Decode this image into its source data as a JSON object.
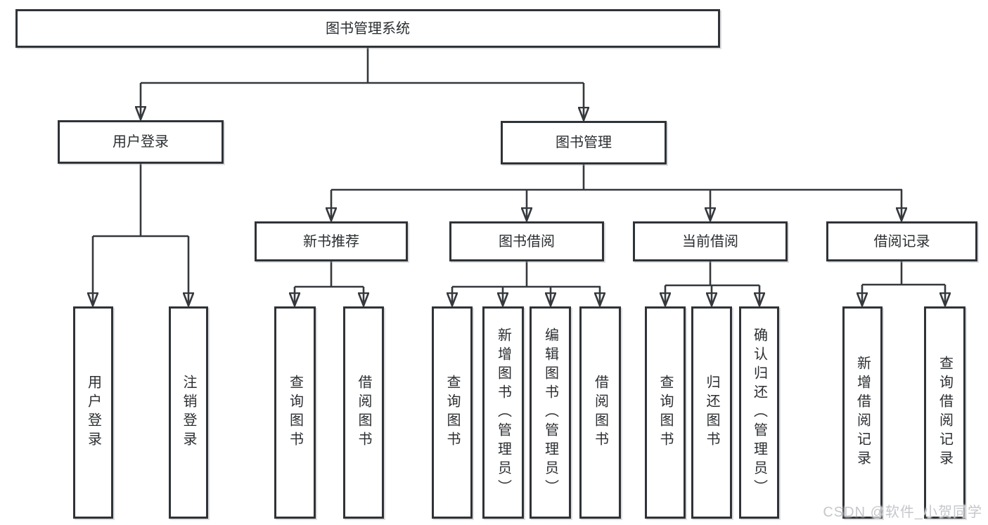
{
  "diagram": {
    "root": {
      "label": "图书管理系统"
    },
    "branches": [
      {
        "label": "用户登录",
        "children": [
          {
            "label": "用户登录"
          },
          {
            "label": "注销登录"
          }
        ]
      },
      {
        "label": "图书管理",
        "children": [
          {
            "label": "新书推荐",
            "children": [
              {
                "label": "查询图书"
              },
              {
                "label": "借阅图书"
              }
            ]
          },
          {
            "label": "图书借阅",
            "children": [
              {
                "label": "查询图书"
              },
              {
                "label": "新增图书（管理员）"
              },
              {
                "label": "编辑图书（管理员）"
              },
              {
                "label": "借阅图书"
              }
            ]
          },
          {
            "label": "当前借阅",
            "children": [
              {
                "label": "查询图书"
              },
              {
                "label": "归还图书"
              },
              {
                "label": "确认归还（管理员）"
              }
            ]
          },
          {
            "label": "借阅记录",
            "children": [
              {
                "label": "新增借阅记录"
              },
              {
                "label": "查询借阅记录"
              }
            ]
          }
        ]
      }
    ],
    "watermark": "CSDN @软件_小贺同学",
    "colors": {
      "line": "#35383c",
      "box_border": "#2f3337",
      "text": "#2b2e31",
      "watermark": "#c6c7cb",
      "background": "#ffffff"
    }
  }
}
